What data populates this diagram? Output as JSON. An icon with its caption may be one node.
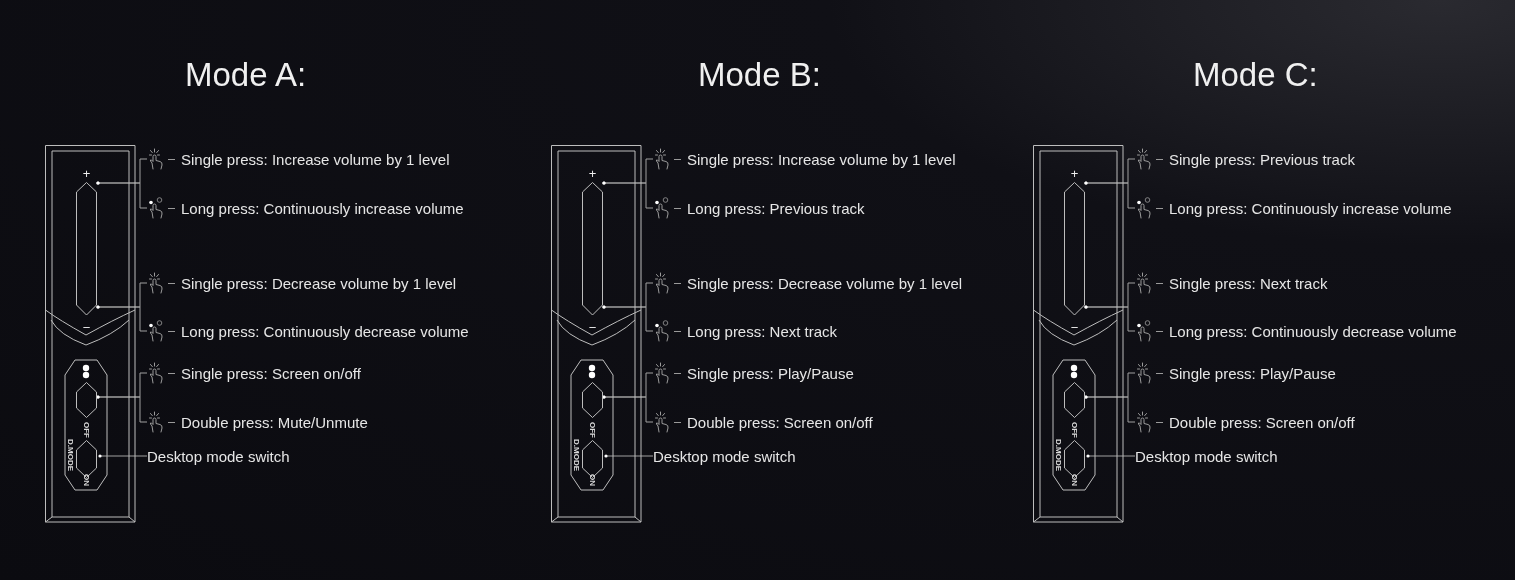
{
  "diagram": {
    "nodes": [
      {
        "text": [
          "+",
          "−"
        ]
      },
      {
        "text": [],
        "shape": "button"
      },
      {
        "text": [
          "OFF",
          "ON"
        ],
        "beside": [
          "D.MODE"
        ]
      },
      {
        "text": [
          "Single press: Increase volume by 1 level"
        ]
      },
      {
        "text": [
          "Long press: Continuously increase volume"
        ]
      },
      {
        "text": [
          "Single press: Decrease volume by 1 level"
        ]
      },
      {
        "text": [
          "Long press: Continuously decrease volume"
        ]
      },
      {
        "text": [
          "Single press: Screen on/off"
        ]
      },
      {
        "text": [
          "Double press: Mute/Unmute"
        ]
      },
      {
        "text": [
          "Desktop mode switch"
        ]
      },
      {
        "text": [
          "+",
          "−"
        ]
      },
      {
        "text": [],
        "shape": "button"
      },
      {
        "text": [
          "OFF",
          "ON"
        ],
        "beside": [
          "D.MODE"
        ]
      },
      {
        "text": [
          "Single press: Increase volume by 1 level"
        ]
      },
      {
        "text": [
          "Long press: Previous track"
        ]
      },
      {
        "text": [
          "Single press: Decrease volume by 1 level"
        ]
      },
      {
        "text": [
          "Long press: Next track"
        ]
      },
      {
        "text": [
          "Single press: Play/Pause"
        ]
      },
      {
        "text": [
          "Double press: Screen on/off"
        ]
      },
      {
        "text": [
          "Desktop mode switch"
        ]
      },
      {
        "text": [
          "+",
          "−"
        ]
      },
      {
        "text": [],
        "shape": "button"
      },
      {
        "text": [
          "OFF",
          "ON"
        ],
        "beside": [
          "D.MODE"
        ]
      },
      {
        "text": [
          "Single press: Previous track"
        ]
      },
      {
        "text": [
          "Long press: Continuously increase volume"
        ]
      },
      {
        "text": [
          "Single press: Next track"
        ]
      },
      {
        "text": [
          "Long press: Continuously decrease volume"
        ]
      },
      {
        "text": [
          "Single press: Play/Pause"
        ]
      },
      {
        "text": [
          "Double press: Screen on/off"
        ]
      },
      {
        "text": [
          "Desktop mode switch"
        ]
      }
    ],
    "edges": [
      {
        "from": 3,
        "to": 0,
        "arrow": "other"
      },
      {
        "from": 4,
        "to": 0,
        "arrow": "other"
      },
      {
        "from": 5,
        "to": 0,
        "arrow": "other"
      },
      {
        "from": 6,
        "to": 0,
        "arrow": "other"
      },
      {
        "from": 7,
        "to": 1,
        "arrow": "other"
      },
      {
        "from": 8,
        "to": 1,
        "arrow": "other"
      },
      {
        "from": 9,
        "to": 2,
        "arrow": "other"
      },
      {
        "from": 13,
        "to": 10,
        "arrow": "other"
      },
      {
        "from": 14,
        "to": 10,
        "arrow": "other"
      },
      {
        "from": 15,
        "to": 10,
        "arrow": "other"
      },
      {
        "from": 16,
        "to": 10,
        "arrow": "other"
      },
      {
        "from": 17,
        "to": 11,
        "arrow": "other"
      },
      {
        "from": 18,
        "to": 11,
        "arrow": "other"
      },
      {
        "from": 19,
        "to": 12,
        "arrow": "other"
      },
      {
        "from": 23,
        "to": 20,
        "arrow": "other"
      },
      {
        "from": 24,
        "to": 20,
        "arrow": "other"
      },
      {
        "from": 25,
        "to": 20,
        "arrow": "other"
      },
      {
        "from": 26,
        "to": 20,
        "arrow": "other"
      },
      {
        "from": 27,
        "to": 21,
        "arrow": "other"
      },
      {
        "from": 28,
        "to": 21,
        "arrow": "other"
      },
      {
        "from": 29,
        "to": 22,
        "arrow": "other"
      }
    ],
    "labels": [
      "Mode A:",
      "Mode B:",
      "Mode C:"
    ]
  }
}
